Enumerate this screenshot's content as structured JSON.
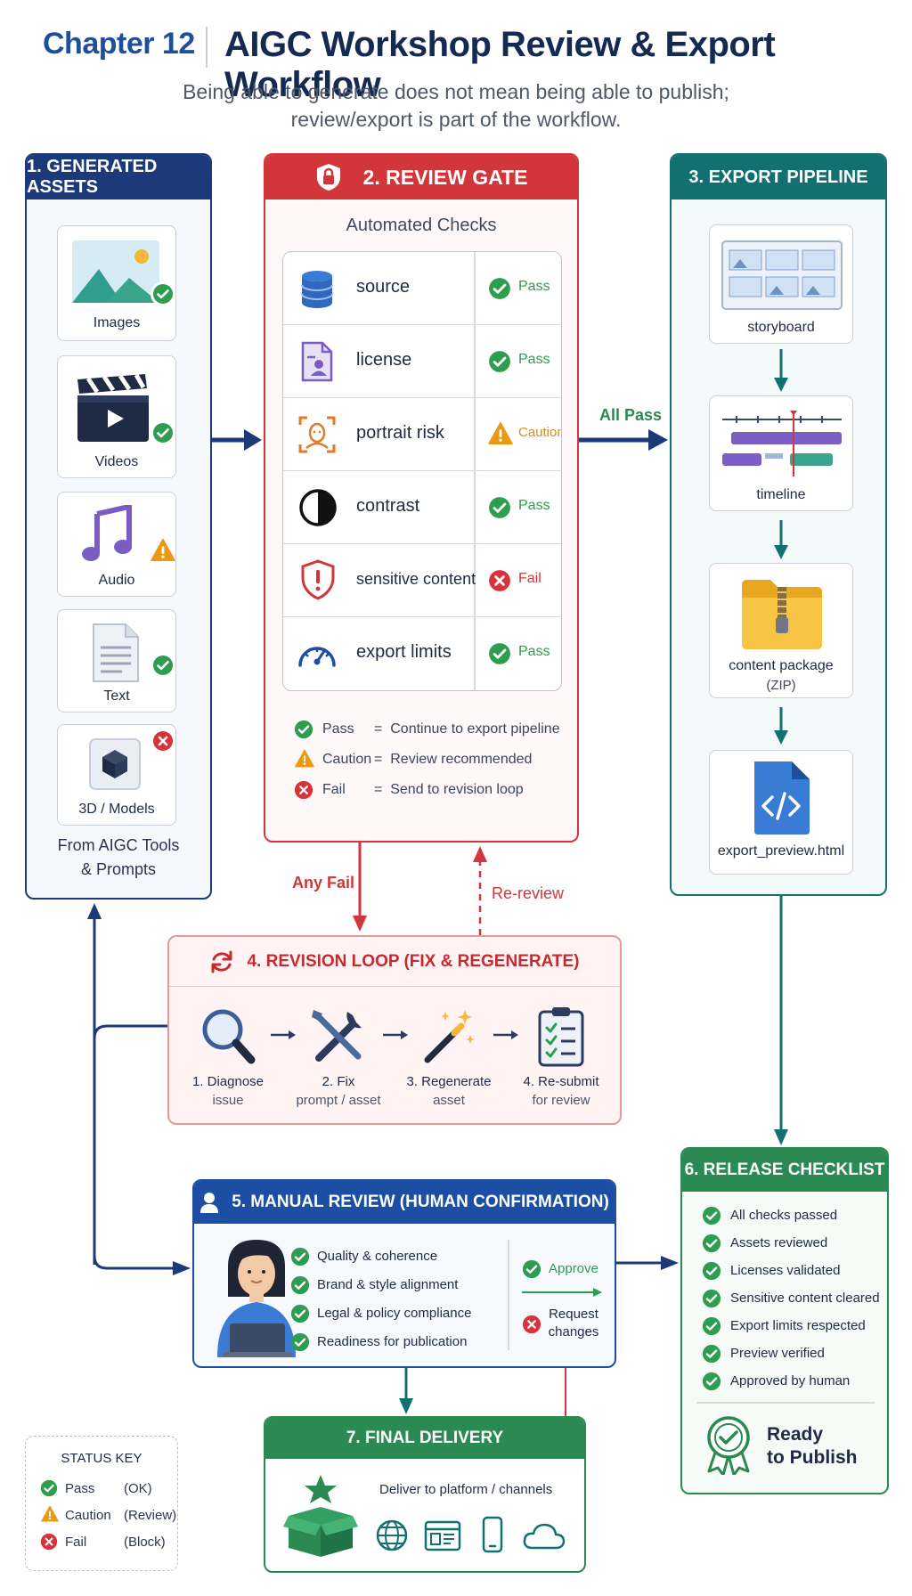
{
  "header": {
    "chapter": "Chapter 12",
    "title": "AIGC Workshop Review & Export Workflow",
    "subtitle_line1": "Being able to generate does not mean being able to publish;",
    "subtitle_line2": "review/export is part of the workflow."
  },
  "colors": {
    "navy": "#1c3a7a",
    "red": "#d3363a",
    "teal": "#137072",
    "blue": "#1c4fa3",
    "green": "#2a8a52",
    "pass": "#2e9d4f",
    "caution": "#e99a12",
    "fail": "#d8323a"
  },
  "generated_assets": {
    "title": "1. GENERATED ASSETS",
    "items": [
      {
        "label": "Images",
        "icon": "image-icon",
        "status": "pass"
      },
      {
        "label": "Videos",
        "icon": "clapperboard-icon",
        "status": "pass"
      },
      {
        "label": "Audio",
        "icon": "music-note-icon",
        "status": "caution"
      },
      {
        "label": "Text",
        "icon": "document-icon",
        "status": "pass"
      },
      {
        "label": "3D / Models",
        "icon": "cube-icon",
        "status": "fail"
      }
    ],
    "footer_line1": "From AIGC Tools",
    "footer_line2": "& Prompts"
  },
  "review_gate": {
    "title": "2. REVIEW GATE",
    "icon": "lock-shield-icon",
    "subtitle": "Automated Checks",
    "checks": [
      {
        "name": "source",
        "icon": "database-icon",
        "status": "pass",
        "status_label": "Pass"
      },
      {
        "name": "license",
        "icon": "license-file-icon",
        "status": "pass",
        "status_label": "Pass"
      },
      {
        "name": "portrait risk",
        "icon": "face-scan-icon",
        "status": "caution",
        "status_label": "Caution"
      },
      {
        "name": "contrast",
        "icon": "contrast-icon",
        "status": "pass",
        "status_label": "Pass"
      },
      {
        "name": "sensitive content",
        "icon": "warning-shield-icon",
        "status": "fail",
        "status_label": "Fail"
      },
      {
        "name": "export limits",
        "icon": "gauge-icon",
        "status": "pass",
        "status_label": "Pass"
      }
    ],
    "legend": [
      {
        "key": "Pass",
        "sep": "=",
        "desc": "Continue to export pipeline",
        "status": "pass"
      },
      {
        "key": "Caution",
        "sep": "=",
        "desc": "Review recommended",
        "status": "caution"
      },
      {
        "key": "Fail",
        "sep": "=",
        "desc": "Send to revision loop",
        "status": "fail"
      }
    ]
  },
  "export_pipeline": {
    "title": "3. EXPORT PIPELINE",
    "steps": [
      {
        "label": "storyboard",
        "icon": "storyboard-icon"
      },
      {
        "label": "timeline",
        "icon": "timeline-icon"
      },
      {
        "label": "content package",
        "sublabel": "(ZIP)",
        "icon": "zip-folder-icon"
      },
      {
        "label": "export_preview.html",
        "icon": "code-file-icon"
      }
    ]
  },
  "flow_labels": {
    "all_pass": "All Pass",
    "any_fail": "Any Fail",
    "re_review": "Re-review"
  },
  "revision_loop": {
    "title": "4. REVISION LOOP (FIX & REGENERATE)",
    "icon": "refresh-icon",
    "steps": [
      {
        "line1": "1. Diagnose",
        "line2": "issue",
        "icon": "magnifier-icon"
      },
      {
        "line1": "2. Fix",
        "line2": "prompt / asset",
        "icon": "tools-icon"
      },
      {
        "line1": "3. Regenerate",
        "line2": "asset",
        "icon": "magic-wand-icon"
      },
      {
        "line1": "4. Re-submit",
        "line2": "for review",
        "icon": "clipboard-check-icon"
      }
    ]
  },
  "manual_review": {
    "title": "5. MANUAL REVIEW (HUMAN CONFIRMATION)",
    "icon": "person-icon",
    "items": [
      "Quality & coherence",
      "Brand & style alignment",
      "Legal & policy compliance",
      "Readiness for publication"
    ],
    "approve": "Approve",
    "request_line1": "Request",
    "request_line2": "changes"
  },
  "release_checklist": {
    "title": "6. RELEASE CHECKLIST",
    "items": [
      "All checks passed",
      "Assets reviewed",
      "Licenses validated",
      "Sensitive content cleared",
      "Export limits respected",
      "Preview verified",
      "Approved by human"
    ],
    "ready_line1": "Ready",
    "ready_line2": "to Publish",
    "badge_icon": "award-badge-icon"
  },
  "final_delivery": {
    "title": "7. FINAL DELIVERY",
    "text": "Deliver to platform / channels",
    "icons": [
      "package-star-icon",
      "globe-icon",
      "browser-window-icon",
      "mobile-phone-icon",
      "cloud-icon"
    ]
  },
  "status_key": {
    "title": "STATUS KEY",
    "rows": [
      {
        "label": "Pass",
        "note": "(OK)",
        "status": "pass"
      },
      {
        "label": "Caution",
        "note": "(Review)",
        "status": "caution"
      },
      {
        "label": "Fail",
        "note": "(Block)",
        "status": "fail"
      }
    ]
  }
}
